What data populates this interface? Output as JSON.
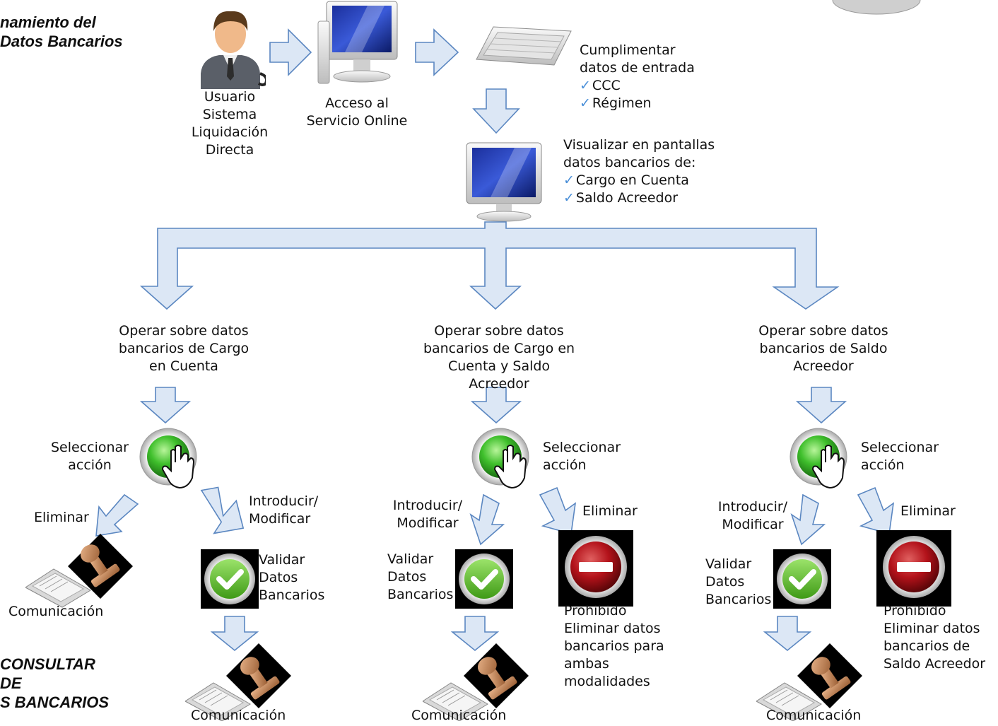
{
  "title": {
    "line1": "namiento del",
    "line2": "Datos Bancarios"
  },
  "bottom_title": {
    "line1": "CONSULTAR",
    "line2": "DE",
    "line3": "S BANCARIOS"
  },
  "top": {
    "user_label": [
      "Usuario",
      "Sistema",
      "Liquidación",
      "Directa"
    ],
    "access_label": [
      "Acceso al",
      "Servicio Online"
    ],
    "input_label": [
      "Cumplimentar",
      "datos de entrada"
    ],
    "input_items": [
      "CCC",
      "Régimen"
    ],
    "view_label": [
      "Visualizar en pantallas",
      "datos bancarios de:"
    ],
    "view_items": [
      "Cargo en Cuenta",
      "Saldo Acreedor"
    ]
  },
  "columns": {
    "left": {
      "operate": [
        "Operar sobre datos",
        "bancarios de Cargo",
        "en Cuenta"
      ],
      "select": [
        "Seleccionar",
        "acción"
      ],
      "delete": "Eliminar",
      "modify": [
        "Introducir/",
        "Modificar"
      ],
      "validate": [
        "Validar",
        "Datos",
        "Bancarios"
      ],
      "comm_delete": "Comunicación",
      "comm_modify": "Comunicación"
    },
    "middle": {
      "operate": [
        "Operar sobre datos",
        "bancarios de Cargo en",
        "Cuenta y Saldo",
        "Acreedor"
      ],
      "select": [
        "Seleccionar",
        "acción"
      ],
      "modify": [
        "Introducir/",
        "Modificar"
      ],
      "delete": "Eliminar",
      "validate": [
        "Validar",
        "Datos",
        "Bancarios"
      ],
      "prohibited": [
        "Prohibido",
        "Eliminar datos",
        "bancarios para",
        "ambas",
        "modalidades"
      ],
      "comm": "Comunicación"
    },
    "right": {
      "operate": [
        "Operar sobre datos",
        "bancarios de Saldo",
        "Acreedor"
      ],
      "select": [
        "Seleccionar",
        "acción"
      ],
      "modify": [
        "Introducir/",
        "Modificar"
      ],
      "delete": "Eliminar",
      "validate": [
        "Validar",
        "Datos",
        "Bancarios"
      ],
      "prohibited": [
        "Prohibido",
        "Eliminar datos",
        "bancarios de",
        "Saldo Acreedor"
      ],
      "comm": "Comunicación"
    }
  },
  "colors": {
    "arrow_fill": "#dce7f5",
    "arrow_stroke": "#5b87c1",
    "check": "#4a8fd8",
    "go_button": "#3fbf2c",
    "stop_button": "#b3121a"
  }
}
